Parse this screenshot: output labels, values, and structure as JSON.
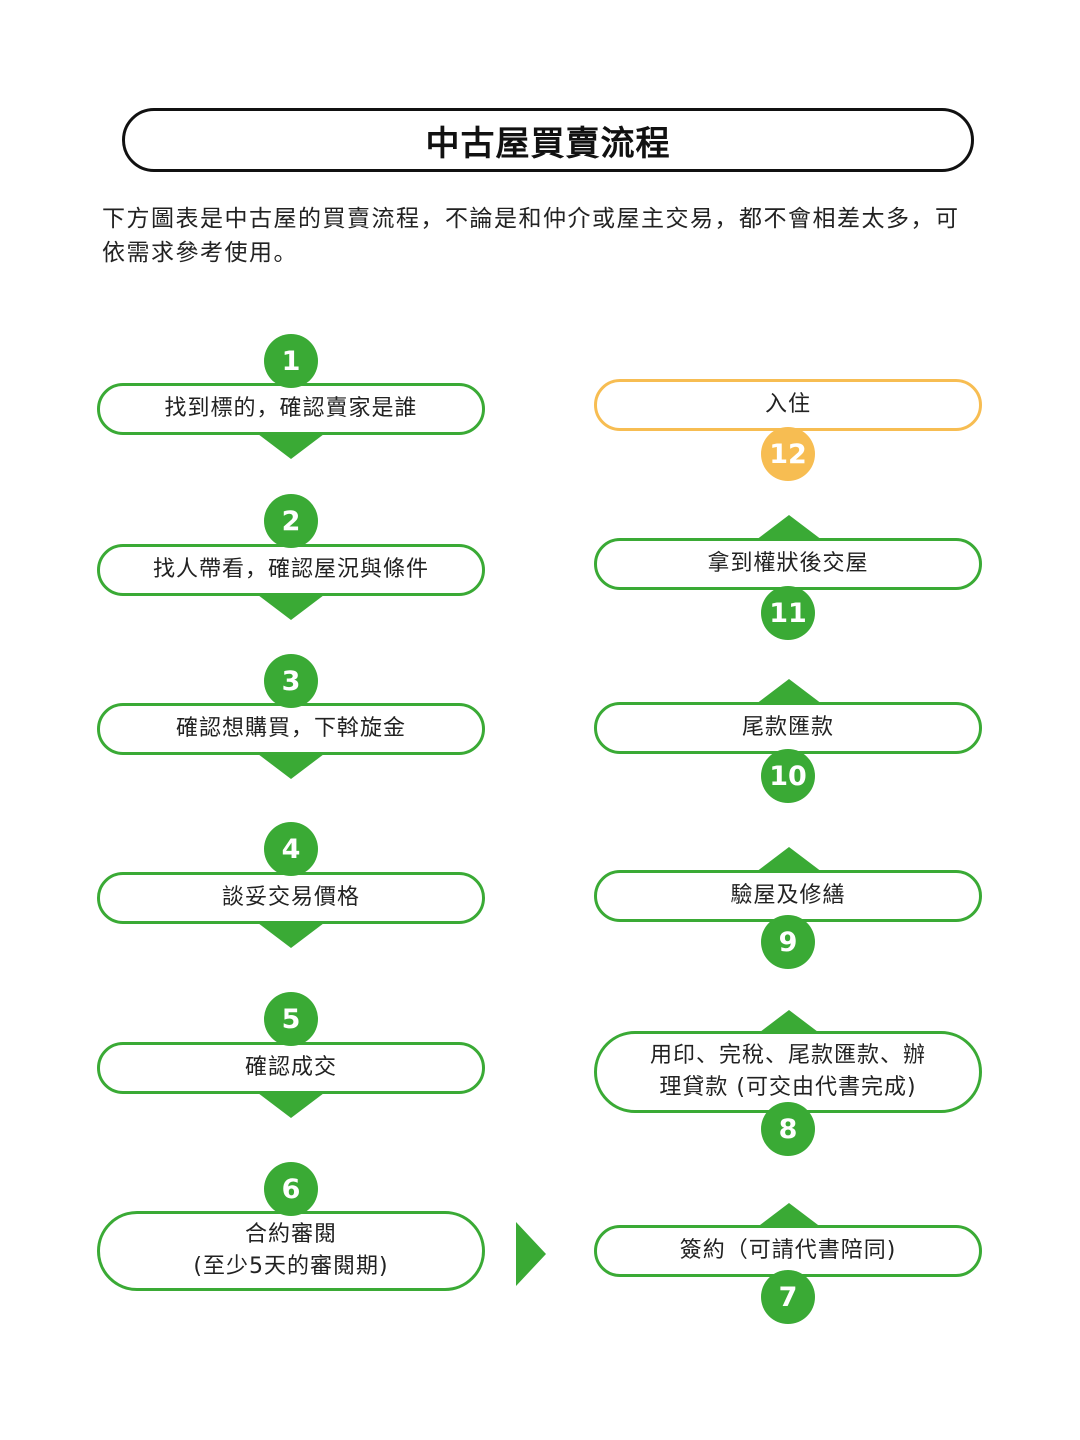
{
  "title": "中古屋買賣流程",
  "intro": "下方圖表是中古屋的買賣流程，不論是和仲介或屋主交易，都不會相差太多，可依需求參考使用。",
  "colors": {
    "green": "#3aaa35",
    "orange": "#f7bd52",
    "text": "#222222"
  },
  "steps": [
    {
      "number": "1",
      "label": "找到標的，確認賣家是誰"
    },
    {
      "number": "2",
      "label": "找人帶看，確認屋況與條件"
    },
    {
      "number": "3",
      "label": "確認想購買，下斡旋金"
    },
    {
      "number": "4",
      "label": "談妥交易價格"
    },
    {
      "number": "5",
      "label": "確認成交"
    },
    {
      "number": "6",
      "label": "合約審閱\n(至少5天的審閱期)"
    },
    {
      "number": "7",
      "label": "簽約（可請代書陪同)"
    },
    {
      "number": "8",
      "label": "用印、完稅、尾款匯款、辦\n理貸款 (可交由代書完成)"
    },
    {
      "number": "9",
      "label": "驗屋及修繕"
    },
    {
      "number": "10",
      "label": "尾款匯款"
    },
    {
      "number": "11",
      "label": "拿到權狀後交屋"
    },
    {
      "number": "12",
      "label": "入住"
    }
  ]
}
